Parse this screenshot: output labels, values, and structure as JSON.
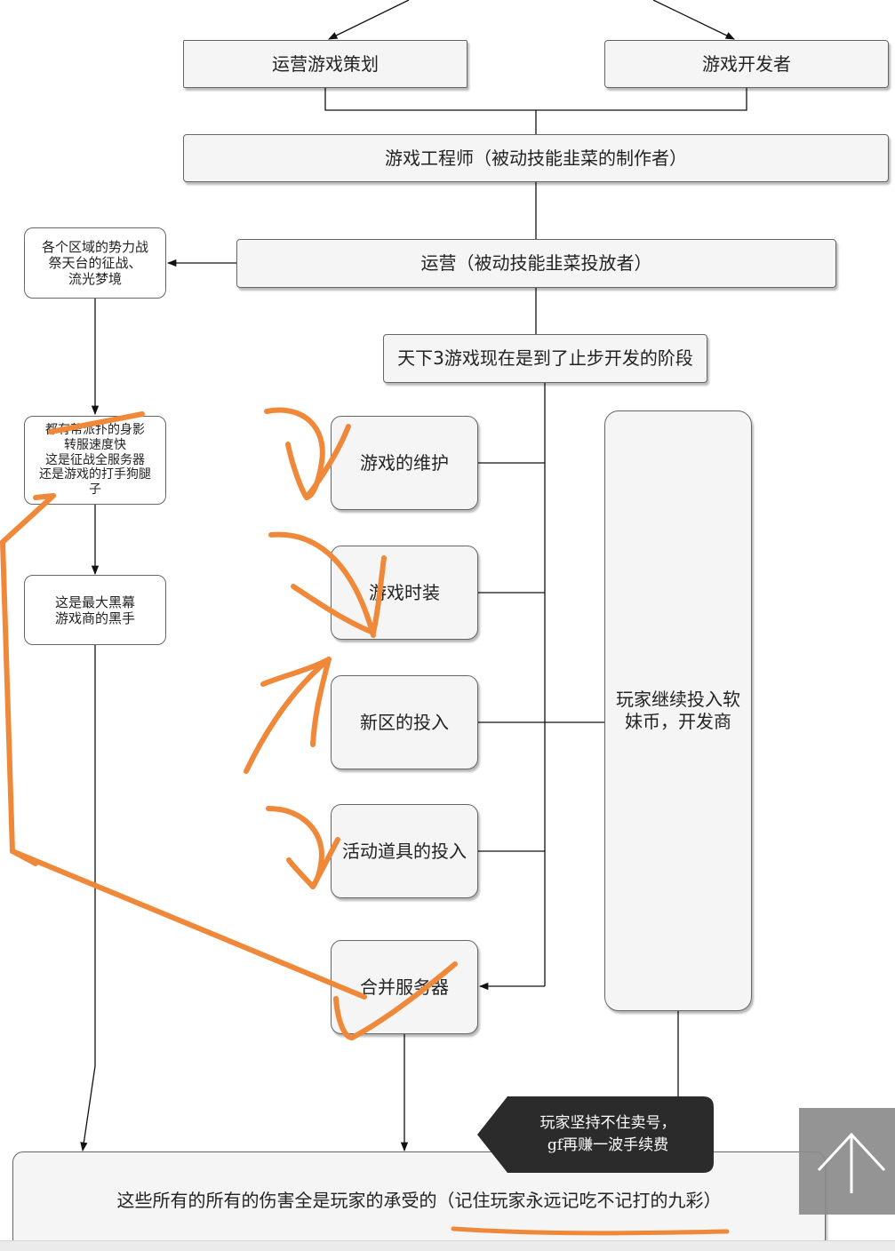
{
  "diagram": {
    "nodes": {
      "ops_planner": "运营游戏策划",
      "game_developer": "游戏开发者",
      "game_engineer": "游戏工程师（被动技能韭菜的制作者）",
      "operations": "运营（被动技能韭菜投放者）",
      "region_events": "各个区域的势力战\n祭天台的征战、\n流光梦境",
      "stage_status": "天下3游戏现在是到了止步开发的阶段",
      "server_transfer": "都有帮派扑的身影\n转服速度快\n这是征战全服务器\n还是游戏的打手狗腿\n子",
      "black_hand": "这是最大黑幕\n游戏商的黑手",
      "maintenance": "游戏的维护",
      "fashion": "游戏时装",
      "new_server": "新区的投入",
      "event_items": "活动道具的投入",
      "merge_servers": "合并服务器",
      "player_investment": "玩家继续投入软\n妹币，开发商",
      "conclusion": "这些所有的所有的伤害全是玩家的承受的（记住玩家永远记吃不记打的九彩）"
    },
    "callout": "玩家坚持不住卖号，\ngf再赚一波手续费",
    "annotation_color": "#f0883a"
  },
  "ui": {
    "scroll_top_icon": "arrow-up-icon"
  }
}
